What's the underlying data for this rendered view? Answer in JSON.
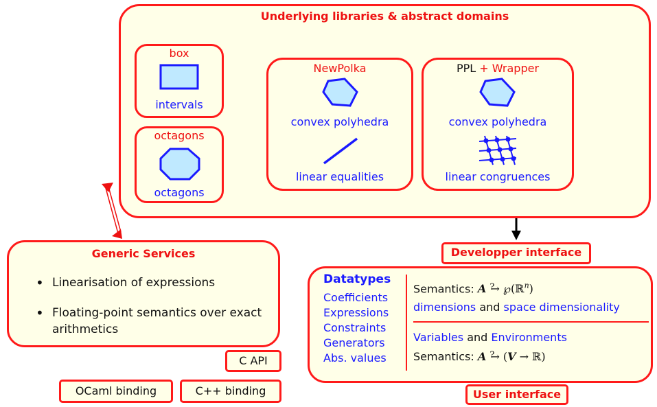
{
  "libraries": {
    "title": "Underlying libraries & abstract domains",
    "box": {
      "title": "box",
      "caption": "intervals"
    },
    "octagons": {
      "title": "octagons",
      "caption": "octagons"
    },
    "newpolka": {
      "title": "NewPolka",
      "caption1": "convex polyhedra",
      "caption2": "linear equalities"
    },
    "ppl": {
      "title_a": "PPL",
      "title_plus": "+",
      "title_b": "Wrapper",
      "caption1": "convex polyhedra",
      "caption2": "linear congruences"
    }
  },
  "generic_services": {
    "title": "Generic Services",
    "items": [
      "Linearisation of expressions",
      "Floating-point semantics over exact arithmetics"
    ]
  },
  "c_api": "C API",
  "ocaml_binding": "OCaml binding",
  "cpp_binding": "C++ binding",
  "developper_interface": "Developper interface",
  "user_interface": {
    "title": "User interface",
    "datatypes_title": "Datatypes",
    "datatypes": [
      "Coefficients",
      "Expressions",
      "Constraints",
      "Generators",
      "Abs. values"
    ],
    "semantics1_prefix": "Semantics:",
    "dims_a": "dimensions",
    "dims_and": "and",
    "dims_b": "space dimensionality",
    "vars_a": "Variables",
    "vars_and": "and",
    "vars_b": "Environments",
    "semantics2_prefix": "Semantics:"
  },
  "colors": {
    "border": "#ff1a1a",
    "fill": "#ffffe8",
    "blue": "#1a1aff",
    "shape_fill": "#bfe9ff"
  }
}
